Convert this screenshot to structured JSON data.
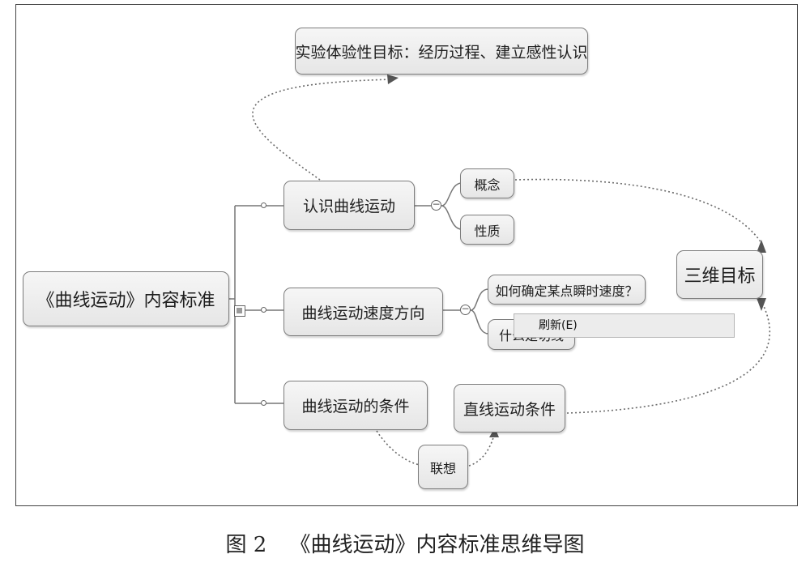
{
  "diagram": {
    "root": "《曲线运动》内容标准",
    "branches": [
      {
        "id": "b1",
        "label": "认识曲线运动",
        "children": [
          "概念",
          "性质"
        ]
      },
      {
        "id": "b2",
        "label": "曲线运动速度方向",
        "children": [
          "如何确定某点瞬时速度？",
          "什么是切线"
        ]
      },
      {
        "id": "b3",
        "label": "曲线运动的条件"
      }
    ],
    "goal_top": "实验体验性目标：经历过程、建立感性认识",
    "goal_right": "三维目标",
    "straight_condition": "直线运动条件",
    "association": "联想",
    "collapse_symbol": "−"
  },
  "context_menu": {
    "refresh": "刷新(E)"
  },
  "caption": {
    "figure_no": "图 2",
    "title": "《曲线运动》内容标准思维导图"
  }
}
